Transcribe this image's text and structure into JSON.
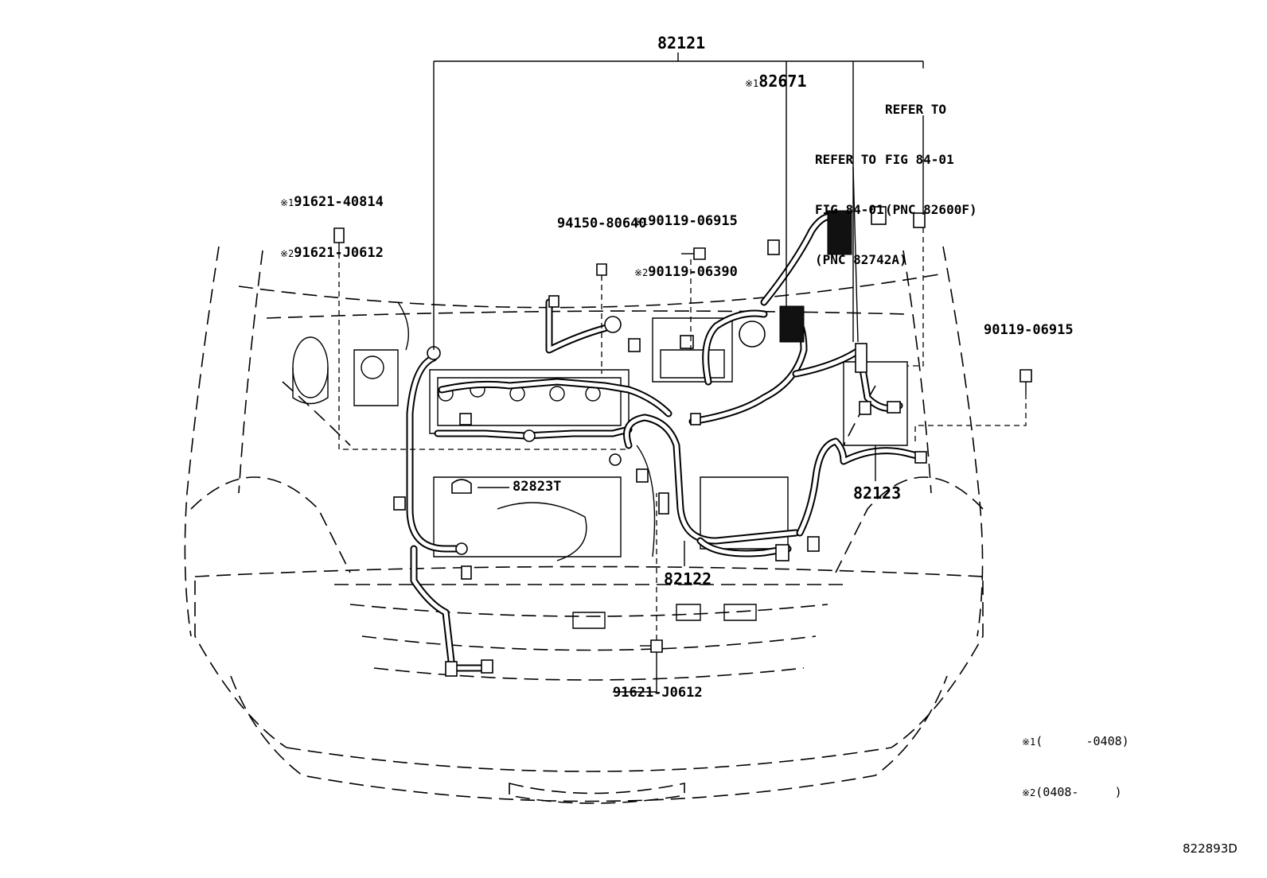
{
  "diagram": {
    "callouts": {
      "harness_main": "82121",
      "relay_block_mark": "※1",
      "relay_block": "82671",
      "ref_82600f": [
        "REFER TO",
        "FIG 84-01",
        "(PNC 82600F)"
      ],
      "ref_82742a": [
        "REFER TO",
        "FIG 84-01",
        "(PNC 82742A)"
      ],
      "bolt_left_mark1": "※1",
      "bolt_left_1": "91621-40814",
      "bolt_left_mark2": "※2",
      "bolt_left_2": "91621-J0612",
      "bolt_mid_mark1": "※1",
      "bolt_mid_1": "90119-06915",
      "bolt_mid_mark2": "※2",
      "bolt_mid_2": "90119-06390",
      "nut": "94150-80640",
      "bolt_right": "90119-06915",
      "sensor": "82823T",
      "harness_right": "82123",
      "harness_center": "82122",
      "bolt_bottom": "91621-J0612"
    },
    "legend": [
      {
        "mark": "※1",
        "range": "(      -0408)"
      },
      {
        "mark": "※2",
        "range": "(0408-     )"
      }
    ],
    "figure_number": "822893D"
  }
}
